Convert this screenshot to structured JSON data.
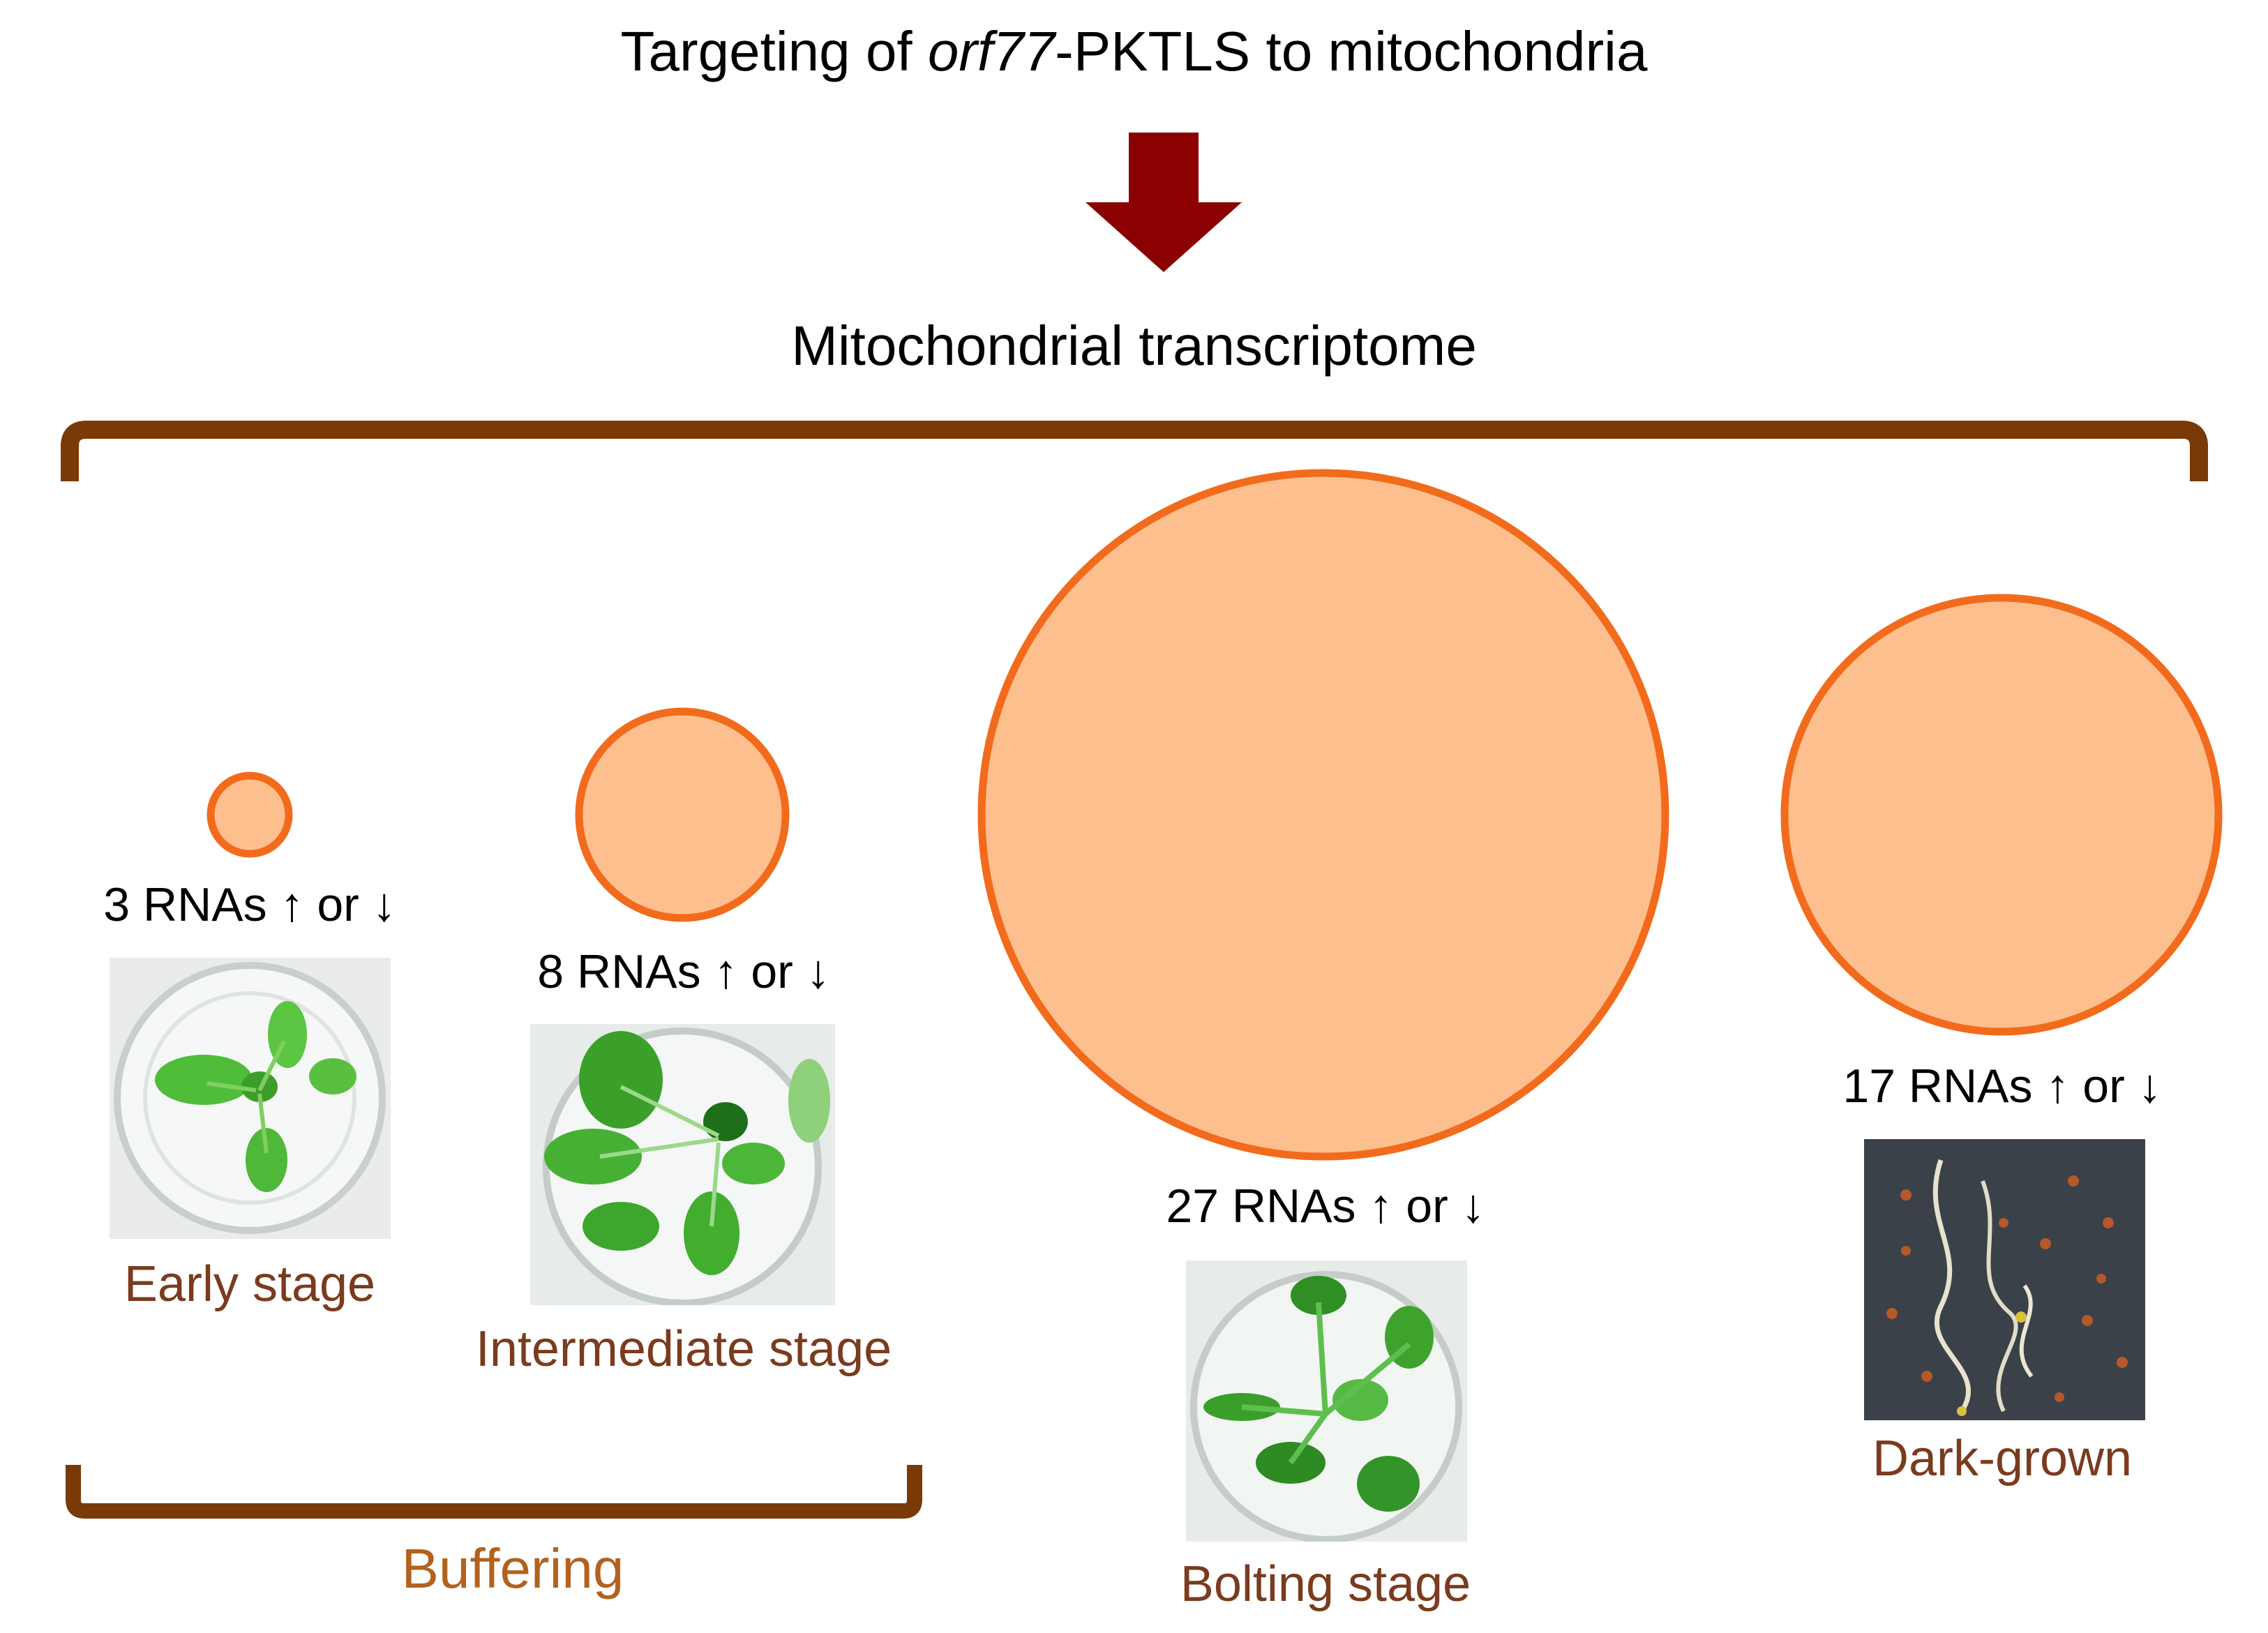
{
  "title": {
    "prefix": "Targeting of ",
    "gene": "orf77",
    "suffix": "-PKTLS to mitochondria"
  },
  "subtitle": "Mitochondrial transcriptome",
  "colors": {
    "arrow": "#8b0000",
    "bracket": "#7a3a08",
    "circle_fill": "#fdbf8e",
    "circle_stroke": "#f26b1d",
    "stage_text": "#7a3b1e",
    "buffer_text": "#b3621d"
  },
  "stages": [
    {
      "count_label": "3 RNAs ↑ or ↓",
      "rna_count": 3,
      "stage_label": "Early stage",
      "photo": "seedling-in-dish-photo"
    },
    {
      "count_label": "8 RNAs ↑ or ↓",
      "rna_count": 8,
      "stage_label": "Intermediate stage",
      "photo": "rosette-in-dish-photo"
    },
    {
      "count_label": "27 RNAs ↑ or ↓",
      "rna_count": 27,
      "stage_label": "Bolting stage",
      "photo": "bolting-plant-in-dish-photo"
    },
    {
      "count_label": "17 RNAs ↑ or ↓",
      "rna_count": 17,
      "stage_label": "Dark-grown",
      "photo": "etiolated-seedlings-photo"
    }
  ],
  "buffering_label": "Buffering"
}
